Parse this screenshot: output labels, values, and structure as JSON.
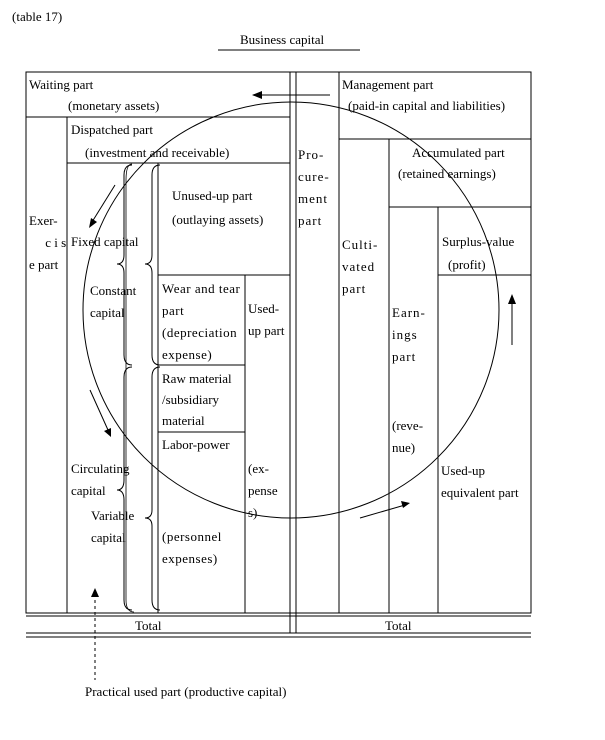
{
  "table_ref": "(table 17)",
  "title": "Business capital",
  "left": {
    "waiting_part": "Waiting part",
    "monetary_assets": "(monetary assets)",
    "dispatched_part": "Dispatched part",
    "investment_receivable": "(investment and receivable)",
    "exercise_part": "Exer-     c i s e part",
    "fixed_capital": "Fixed capital",
    "constant_capital": "Constant capital",
    "circulating_capital": "Circulating capital",
    "variable_capital": "Variable capital",
    "unused_up_part": "Unused-up part",
    "outlaying_assets": "(outlaying assets)",
    "wear_tear_part": "Wear and tear part (depreciation expense)",
    "used_up_part": "Used-up part",
    "raw_material": "Raw material /subsidiary material",
    "labor_power": "Labor-power",
    "personnel_expenses": "(personnel expenses)",
    "expenses": "(ex-pense s)",
    "total": "Total"
  },
  "center": {
    "procurement_part": "Pro-cure-ment part"
  },
  "right": {
    "management_part": "Management part",
    "paid_in_capital": "(paid-in capital and liabilities)",
    "accumulated_part": "Accumulated part",
    "retained_earnings": "(retained earnings)",
    "cultivated_part": "Culti-vated part",
    "surplus_value": "Surplus-value",
    "profit": "(profit)",
    "earnings_part": "Earn-ings part",
    "revenue": "(reve-nue)",
    "used_up_equivalent": "Used-up equivalent part",
    "total": "Total"
  },
  "footer": "Practical used part (productive capital)"
}
